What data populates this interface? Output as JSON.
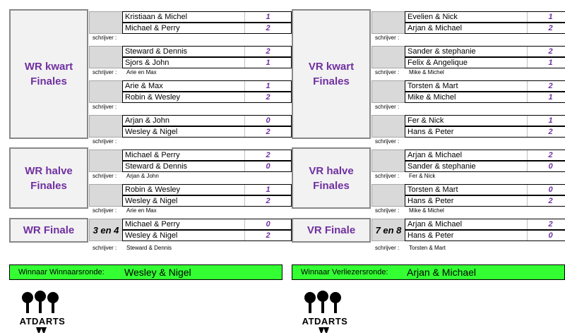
{
  "left": {
    "heading": "Winnaarsronde",
    "kwart_label": "WR kwart Finales",
    "halve_label": "WR halve Finales",
    "finale_label": "WR Finale",
    "seed_label": "3 en 4",
    "kwart": [
      {
        "team1": "Kristiaan & Michel",
        "score1": "1",
        "team2": "Michael & Perry",
        "score2": "2",
        "schrijver": ""
      },
      {
        "team1": "Steward & Dennis",
        "score1": "2",
        "team2": "Sjors & John",
        "score2": "1",
        "schrijver": "Arie en Max"
      },
      {
        "team1": "Arie & Max",
        "score1": "1",
        "team2": "Robin & Wesley",
        "score2": "2",
        "schrijver": ""
      },
      {
        "team1": "Arjan & John",
        "score1": "0",
        "team2": "Wesley & Nigel",
        "score2": "2",
        "schrijver": ""
      }
    ],
    "halve": [
      {
        "team1": "Michael & Perry",
        "score1": "2",
        "team2": "Steward & Dennis",
        "score2": "0",
        "schrijver": "Arjan & John"
      },
      {
        "team1": "Robin & Wesley",
        "score1": "1",
        "team2": "Wesley & Nigel",
        "score2": "2",
        "schrijver": "Arie en Max"
      }
    ],
    "finale": {
      "team1": "Michael & Perry",
      "score1": "0",
      "team2": "Wesley & Nigel",
      "score2": "2",
      "schrijver": "Steward & Dennis"
    },
    "winner_label": "Winnaar Winnaarsronde:",
    "winner": "Wesley & Nigel"
  },
  "right": {
    "heading": "Verliezersronde",
    "kwart_label": "VR kwart Finales",
    "halve_label": "VR halve Finales",
    "finale_label": "VR Finale",
    "seed_label": "7 en 8",
    "kwart": [
      {
        "team1": "Evelien & Nick",
        "score1": "1",
        "team2": "Arjan & Michael",
        "score2": "2",
        "schrijver": ""
      },
      {
        "team1": "Sander & stephanie",
        "score1": "2",
        "team2": "Felix & Angelique",
        "score2": "1",
        "schrijver": "Mike & Michel"
      },
      {
        "team1": "Torsten & Mart",
        "score1": "2",
        "team2": "Mike & Michel",
        "score2": "1",
        "schrijver": ""
      },
      {
        "team1": "Fer & Nick",
        "score1": "1",
        "team2": "Hans & Peter",
        "score2": "2",
        "schrijver": ""
      }
    ],
    "halve": [
      {
        "team1": "Arjan & Michael",
        "score1": "2",
        "team2": "Sander & stephanie",
        "score2": "0",
        "schrijver": "Fer & Nick"
      },
      {
        "team1": "Torsten & Mart",
        "score1": "0",
        "team2": "Hans & Peter",
        "score2": "2",
        "schrijver": "Mike & Michel"
      }
    ],
    "finale": {
      "team1": "Arjan & Michael",
      "score1": "2",
      "team2": "Hans & Peter",
      "score2": "0",
      "schrijver": "Torsten & Mart"
    },
    "winner_label": "Winnaar Verliezersronde:",
    "winner": "Arjan & Michael"
  },
  "schrijver_label": "schrijver :",
  "logo_text": "ATDARTS",
  "colors": {
    "accent": "#7030a0",
    "winner_bg": "#33ff33",
    "panel_bg": "#f2f2f2",
    "grey": "#d9d9d9"
  }
}
